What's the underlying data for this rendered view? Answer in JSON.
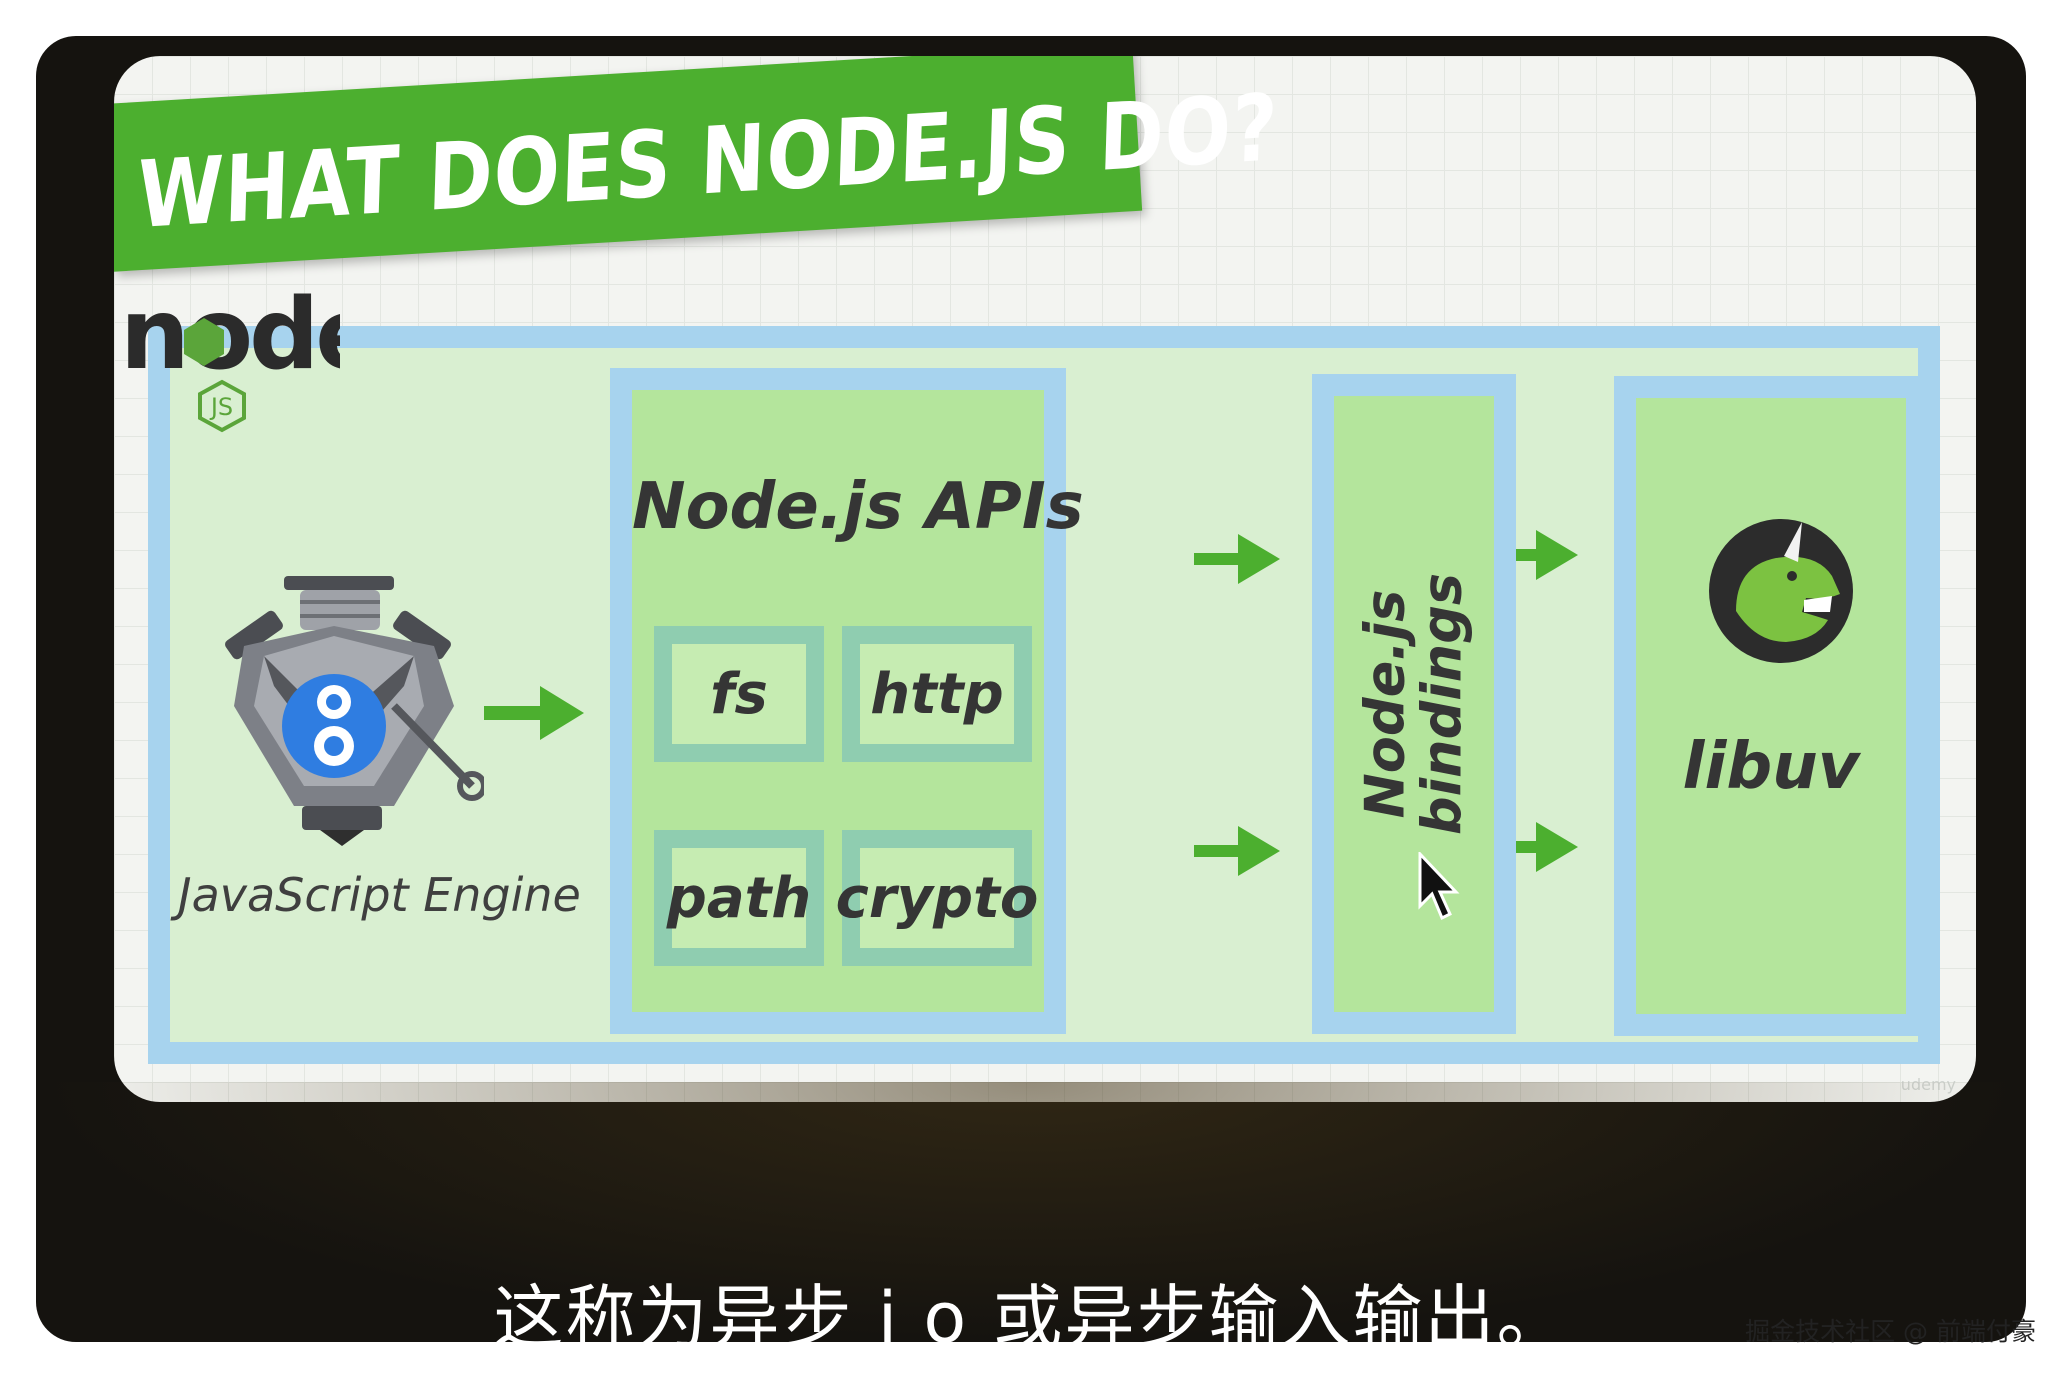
{
  "slide": {
    "title": "WHAT DOES NODE.JS DO?",
    "logo_text": "node",
    "logo_badge": "JS",
    "engine_label": "JavaScript Engine",
    "engine_badge": "8",
    "api_box": {
      "title": "Node.js APIs",
      "modules": [
        "fs",
        "http",
        "path",
        "crypto"
      ]
    },
    "bindings_box": {
      "line1": "Node.js",
      "line2": "bindings"
    },
    "libuv_box": {
      "title": "libuv"
    },
    "corner_mark": "udemy"
  },
  "subtitle": "这称为异步 i o 或异步输入输出。",
  "watermark": "掘金技术社区 @ 前端付豪",
  "colors": {
    "title_green": "#4caf2f",
    "box_green": "#b4e59c",
    "box_border_blue": "#a7d3ee",
    "arrow_green": "#4caf2f",
    "engine_blue": "#2f7de1"
  },
  "icons": [
    "node-logo-icon",
    "v8-engine-icon",
    "libuv-dino-icon",
    "arrow-right-icon",
    "mouse-cursor-icon"
  ]
}
